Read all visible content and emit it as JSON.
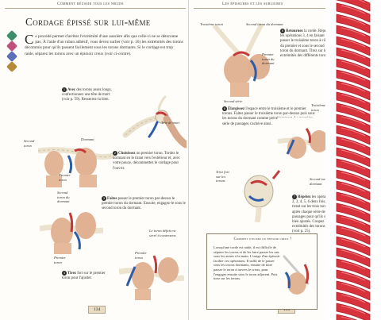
{
  "left_page": {
    "running_head": "Comment réussir tous les nœuds",
    "title": "Cordage épissé sur lui-même",
    "intro_dropcap": "C",
    "intro": "e procédé permet d'arrêter l'extrémité d'une aussière afin que celle-ci ne se détoronne pas. À l'aide d'un ruban adhésif, vous devez surlier (voir p. 16) les extrémités des torons décommis pour qu'ils passent facilement sous les torons dormants. Si le cordage est trop raide, séparez les torons avec un épissoir creux (voir ci-contre).",
    "step1": {
      "num": "1",
      "bold": "Avec",
      "text": " des torons assez longs, confectionnez une tête de mort (voir p. 59). Resserrez-la bien."
    },
    "step2": {
      "num": "2",
      "bold": "Choisissez",
      "text": " un premier toron. Tordez le dormant en le tirant vers l'extérieur et, avec votre pouce, décommettez le cordage pour l'ouvrir."
    },
    "step3": {
      "num": "3",
      "bold": "Faites",
      "text": " passer le premier toron par-dessus le premier toron du dormant. Ensuite, engagez-le sous le second toron du dormant."
    },
    "step4": {
      "num": "4",
      "bold": "Tirez",
      "text": " fort sur le premier toron pour l'ajuster."
    },
    "labels": {
      "dormant": "Dormant",
      "tete_de_mort": "Tête de mort",
      "second_toron": "Second toron",
      "premier_toron": "Premier toron",
      "second_toron_du_dormant": "Second toron du dormant",
      "premier_toron_b": "Premier toron",
      "le_toron_defait": "Le toron défait est serré à contresens",
      "premier_toron_c": "Premier toron"
    },
    "folio": "134"
  },
  "right_page": {
    "running_head": "Les épissures et les surliures",
    "step5": {
      "num": "5",
      "bold": "Retournez",
      "text": " la corde. Répétez les opérations 3, 4 en faisant passer le troisième toron à côté du premier et sous le second toron du dormant. Tirez sur les extrémités des différents torons."
    },
    "step6": {
      "num": "6",
      "bold": "Élargissez",
      "text": " l'espace entre le troisième et le premier torons. Faites passer le troisième toron par-dessus puis sous les torons du dormant comme précédemment. La première série de passages s'achève ainsi."
    },
    "step7": {
      "num": "7",
      "bold": "Répétez",
      "text": " les opérations 2, 3, 4, 5, 6 deux fois, en tirant sur les trois torons après chaque série de passages pour qu'ils soient bien ajustés. Coupez les extrémités des torons (voir p. 25)."
    },
    "labels": {
      "troisieme_toron": "Troisième toron",
      "second_toron_du_dormant": "Second toron du dormant",
      "premier_toron": "Premier toron du dormant",
      "second_serie": "Second série",
      "troisieme_toron_b": "Troisième toron",
      "tirez_fort": "Tirez fort sur les torons",
      "second_toron_du_dormant_b": "Second toron du dormant"
    },
    "inset": {
      "title": "Comment utiliser un épissoir creux ?",
      "body": "Lorsqu'une corde est raide, il est difficile de séparer les torons et de les faire passer les uns sous les autres à la main. L'usage d'un épissoir facilite ces opérations. Il suffit de le passer sous les torons dormants, ensuite de faire passer le toron à travers le creux, pour l'engager ensuite sous le toron adjacent. Puis tirez sur les torons."
    },
    "folio": "135"
  },
  "colors": {
    "rope_red": "#d8323c",
    "rope_cream": "#efe6d2",
    "folio_bg": "#e8dcc4"
  }
}
